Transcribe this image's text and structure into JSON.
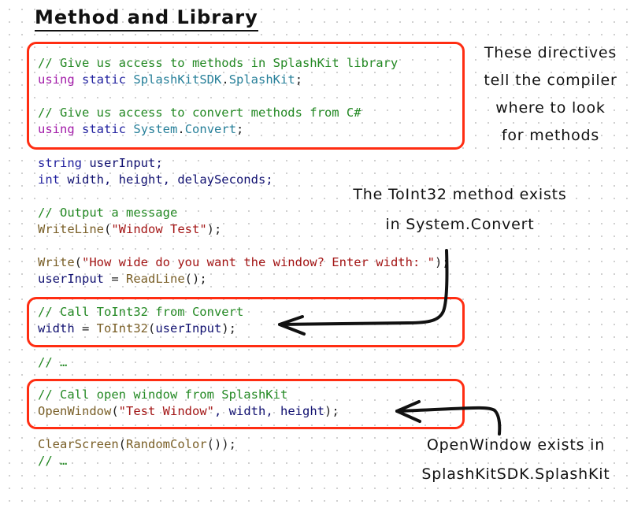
{
  "title": "Method and Library",
  "code": {
    "using_block": {
      "comment1": "// Give us access to methods in SplashKit library",
      "using1": {
        "kw1": "using",
        "kw2": "static",
        "ns": "SplashKitSDK",
        "dot": ".",
        "cls": "SplashKit",
        "end": ";"
      },
      "comment2": "// Give us access to convert methods from C#",
      "using2": {
        "kw1": "using",
        "kw2": "static",
        "ns": "System",
        "dot": ".",
        "cls": "Convert",
        "end": ";"
      }
    },
    "decl1": {
      "type": "string",
      "rest": "userInput;"
    },
    "decl2": {
      "type": "int",
      "rest": "width, height, delaySeconds;"
    },
    "comment_output": "// Output a message",
    "writeline": {
      "fn": "WriteLine",
      "open": "(",
      "str": "\"Window Test\"",
      "close": ");"
    },
    "write": {
      "fn": "Write",
      "open": "(",
      "str": "\"How wide do you want the window? Enter width: \"",
      "close": ");"
    },
    "readline": {
      "lhs": "userInput",
      "eq": " = ",
      "fn": "ReadLine",
      "close": "();"
    },
    "convert_block": {
      "comment": "// Call ToInt32 from Convert",
      "lhs": "width",
      "eq": " = ",
      "fn": "ToInt32",
      "open": "(",
      "arg": "userInput",
      "close": ");"
    },
    "ellipsis1": "// …",
    "window_block": {
      "comment": "// Call open window from SplashKit",
      "fn": "OpenWindow",
      "open": "(",
      "str": "\"Test Window\"",
      "args": ", width, height",
      "close": ");"
    },
    "clear": {
      "fn": "ClearScreen",
      "open": "(",
      "fn2": "RandomColor",
      "close": "());"
    },
    "ellipsis2": "// …"
  },
  "notes": {
    "directives": [
      "These directives",
      "tell the compiler",
      "where to look",
      "for methods"
    ],
    "toint32": [
      "The ToInt32 method exists",
      "in System.Convert"
    ],
    "openwindow": [
      "OpenWindow exists in",
      "SplashKitSDK.SplashKit"
    ]
  },
  "colors": {
    "box_outline": "#ff2d12",
    "comment": "#228822",
    "keyword": "#a21aa8",
    "type": "#1f1f9e",
    "class_name": "#267f99",
    "method": "#795e26",
    "string": "#a31515"
  }
}
